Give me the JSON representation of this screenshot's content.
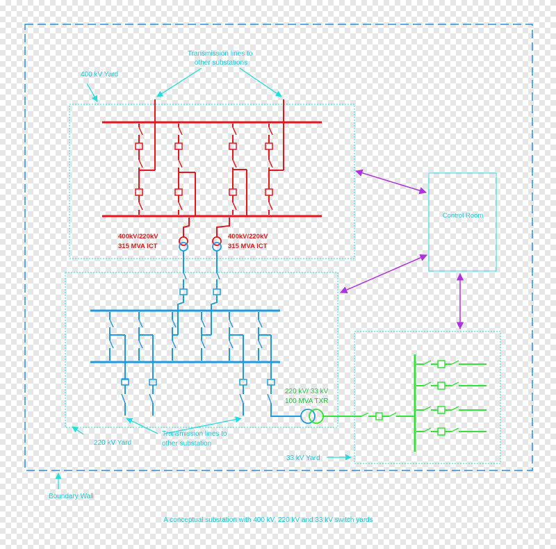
{
  "labels": {
    "transmission_top": [
      "Transmission lines to",
      "other substations"
    ],
    "yard_400": "400 kV Yard",
    "ict_left": [
      "400kV/220kV",
      "315 MVA  ICT"
    ],
    "ict_right": [
      "400kV/220kV",
      "315 MVA  ICT"
    ],
    "control_room": "Control Room",
    "txr": [
      "220 kV/ 33 kV",
      "100 MVA TXR"
    ],
    "transmission_bottom": [
      "Transmission  lines to",
      "other substation"
    ],
    "yard_220": "220 kV Yard",
    "yard_33": "33 kV Yard",
    "boundary": "Boundary Wall",
    "caption": "A conceptual substation with 400 kV, 220 kV and 33 kV switch yards"
  },
  "colors": {
    "red": "#e8141c",
    "blue": "#1e9be0",
    "green": "#36e23a",
    "cyan": "#22dede",
    "purple": "#b030e0",
    "boundary": "#2a8fd8",
    "label_red": "#e01818",
    "label_cyan": "#19c6d6",
    "label_green": "#20c040"
  }
}
